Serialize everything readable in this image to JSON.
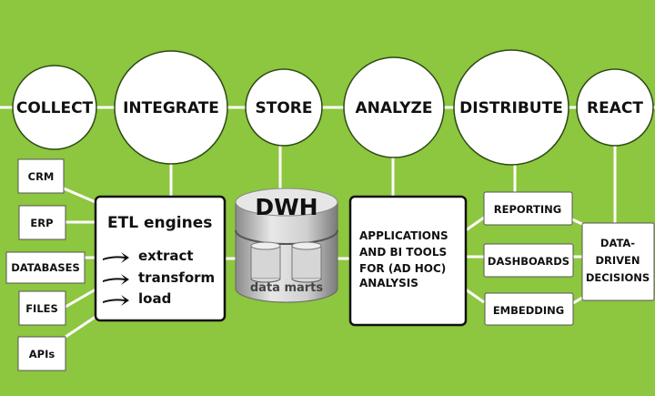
{
  "stages": [
    "COLLECT",
    "INTEGRATE",
    "STORE",
    "ANALYZE",
    "DISTRIBUTE",
    "REACT"
  ],
  "sources": [
    "CRM",
    "ERP",
    "DATABASES",
    "FILES",
    "APIs"
  ],
  "etl": {
    "title": "ETL engines",
    "steps": [
      "extract",
      "transform",
      "load"
    ]
  },
  "dwh": {
    "title": "DWH",
    "subtitle": "data marts"
  },
  "analysis": {
    "lines": [
      "APPLICATIONS",
      "AND BI TOOLS",
      "FOR (AD HOC)",
      "ANALYSIS"
    ]
  },
  "outputs": [
    "REPORTING",
    "DASHBOARDS",
    "EMBEDDING"
  ],
  "decisions": {
    "lines": [
      "DATA-",
      "DRIVEN",
      "DECISIONS"
    ]
  },
  "colors": {
    "background": "#8dc63f",
    "box": "#ffffff",
    "text": "#111111"
  }
}
